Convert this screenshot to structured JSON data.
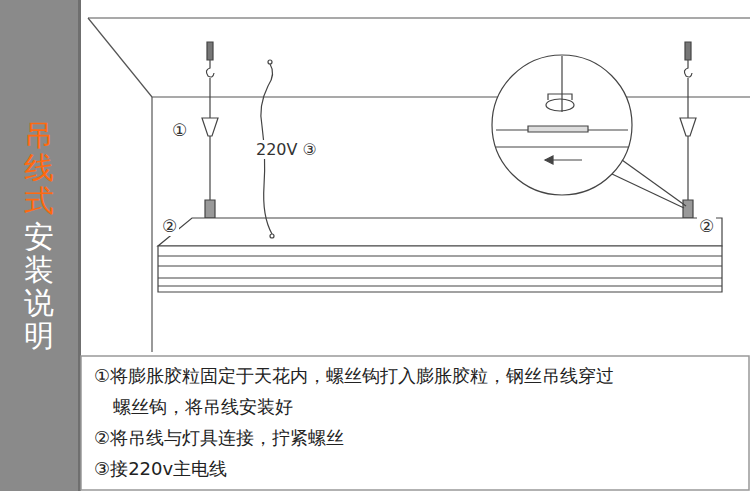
{
  "diagram": {
    "nodes": [
      {
        "text": [
          "吊线式",
          "安装说明"
        ]
      },
      {
        "text": [
          "①将膨胀胶粒固定于天花内，螺丝钩打入膨胀胶粒，钢丝吊线穿过 螺丝钩，将吊线安装好",
          "②将吊线与灯具连接，拧紧螺丝",
          "③接220v主电线"
        ]
      }
    ],
    "labels": [
      "①",
      "②",
      "②",
      "220V ③"
    ]
  }
}
